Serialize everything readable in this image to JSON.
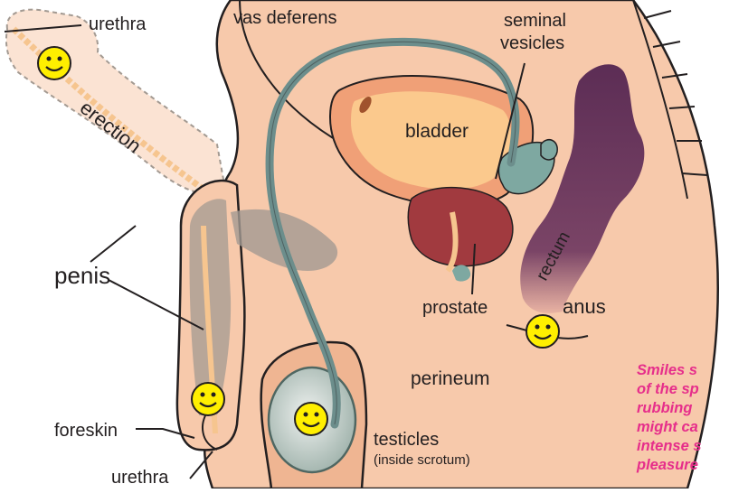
{
  "labels": {
    "urethra_top": "urethra",
    "vas_deferens": "vas deferens",
    "seminal_vesicles_1": "seminal",
    "seminal_vesicles_2": "vesicles",
    "erection": "erection",
    "bladder": "bladder",
    "penis": "penis",
    "rectum": "rectum",
    "prostate": "prostate",
    "anus": "anus",
    "perineum": "perineum",
    "foreskin": "foreskin",
    "testicles": "testicles",
    "inside_scrotum": "(inside scrotum)",
    "urethra_bottom": "urethra"
  },
  "note": {
    "lines": [
      "Smiles s",
      "of the sp",
      "rubbing",
      "might ca",
      "intense s",
      "pleasure"
    ]
  },
  "colors": {
    "skin": "#f7c9ab",
    "skin_dark": "#efb592",
    "erection_fill": "#fbe3d3",
    "tissue_grey": "#a39a92",
    "bladder_outer": "#f0a077",
    "bladder_inner": "#fbc98d",
    "prostate": "#a13a3f",
    "rectum": "#6e3b5e",
    "vas": "#6c8e8c",
    "vesicle": "#7ea8a1",
    "testicle": "#c9d3cf",
    "smiley": "#ffef00",
    "accent_note": "#e62e8b"
  }
}
